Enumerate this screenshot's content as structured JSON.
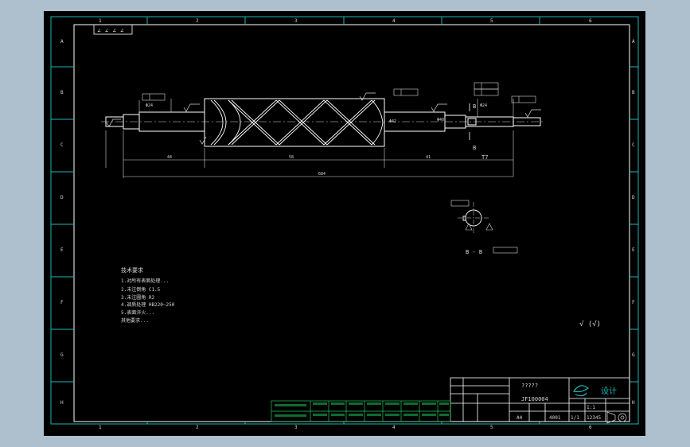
{
  "colors": {
    "background": "#aebfcd",
    "canvas": "#000000",
    "frame": "#1fb5b5",
    "geometry": "#ffffff",
    "annotation": "#d7d7d7",
    "title_block_green": "#22c25a",
    "logo_teal": "#1fb5b5"
  },
  "border_zones": {
    "top": [
      "1",
      "2",
      "3",
      "4",
      "5",
      "6"
    ],
    "bottom": [
      "1",
      "2",
      "3",
      "4",
      "5",
      "6"
    ],
    "left": [
      "A",
      "B",
      "C",
      "D",
      "E",
      "F",
      "G",
      "H"
    ],
    "right": [
      "A",
      "B",
      "C",
      "D",
      "E",
      "F",
      "G",
      "H"
    ]
  },
  "drawing": {
    "top_left_box_text": "∠ ∠ ∠ ∠",
    "section_label_top": "B",
    "section_label_bottom": "B",
    "section_view_label": "B - B",
    "dim_overall": " ",
    "dim_t7": "T7",
    "roughness_note": "√ (√)"
  },
  "technical_notes": {
    "heading": "技术要求",
    "items": [
      "1.对所有表面处理...",
      "2.未注倒角 C1.5",
      "3.未注圆角 R2",
      "4.调质处理 HB220~250",
      "5.表面淬火...",
      "其他要求..."
    ]
  },
  "title_block": {
    "name": "?????",
    "drawing_number": "JF100004",
    "logo_text": "设计",
    "size": "A4",
    "scale": "1:1",
    "sheet": "1/1",
    "mass": "4001",
    "code": "12345"
  }
}
